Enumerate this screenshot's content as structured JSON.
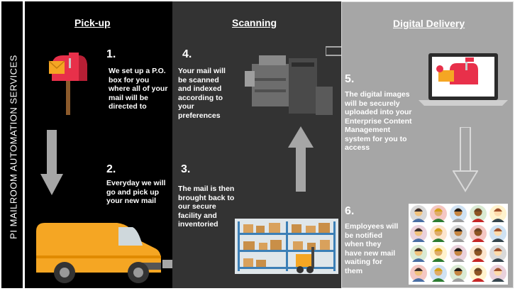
{
  "sidebar": {
    "label": "PI MAILROOM AUTOMATION SERVICES"
  },
  "panels": {
    "pickup": {
      "title": "Pick-up"
    },
    "scanning": {
      "title": "Scanning"
    },
    "digital": {
      "title": "Digital Delivery"
    }
  },
  "steps": [
    {
      "num": "1.",
      "text": "We set up a P.O. box for you where all of your mail will be directed to"
    },
    {
      "num": "2.",
      "text": "Everyday we will go and pick up your new mail"
    },
    {
      "num": "3.",
      "text": "The mail is then brought back to our secure facility and inventoried"
    },
    {
      "num": "4.",
      "text": "Your mail will be scanned and indexed according to your preferences"
    },
    {
      "num": "5.",
      "text": "The digital images will be securely uploaded into your Enterprise Content Management system for you to access"
    },
    {
      "num": "6.",
      "text": "Employees will be notified when they have new mail waiting for them"
    }
  ],
  "icons": {
    "mailbox": "mailbox-icon",
    "van": "delivery-van-icon",
    "warehouse": "warehouse-icon",
    "printer": "scanner-printer-icon",
    "laptop": "laptop-mail-icon",
    "employees": "employee-avatars-icon"
  },
  "colors": {
    "pickup_bg": "#000000",
    "scanning_bg": "#333333",
    "digital_bg": "#a6a6a6",
    "arrow": "#a6a6a6",
    "van": "#f5a623",
    "mailbox": "#e8304a"
  }
}
